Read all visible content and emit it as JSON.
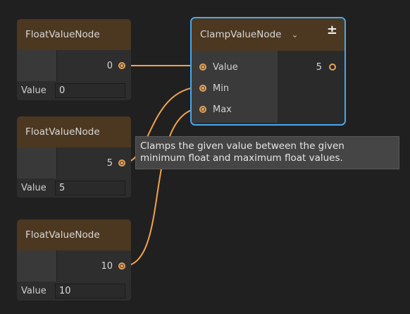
{
  "float_nodes": [
    {
      "title": "FloatValueNode",
      "output_value": "0",
      "field_label": "Value",
      "field_value": "0"
    },
    {
      "title": "FloatValueNode",
      "output_value": "5",
      "field_label": "Value",
      "field_value": "5"
    },
    {
      "title": "FloatValueNode",
      "output_value": "10",
      "field_label": "Value",
      "field_value": "10"
    }
  ],
  "clamp_node": {
    "title": "ClampValueNode",
    "collapse_icon": "chevron-down-icon",
    "add_remove_icon": "plus-minus-icon",
    "plus_minus_symbol": "±",
    "chevron_symbol": "⌄",
    "inputs": [
      "Value",
      "Min",
      "Max"
    ],
    "output_value": "5"
  },
  "tooltip": {
    "line1": "Clamps the given value between the given",
    "line2": "minimum float and maximum float values."
  },
  "colors": {
    "background": "#202020",
    "header": "#4c3720",
    "wire": "#f3a24d",
    "selection_border": "#46a8f0"
  }
}
